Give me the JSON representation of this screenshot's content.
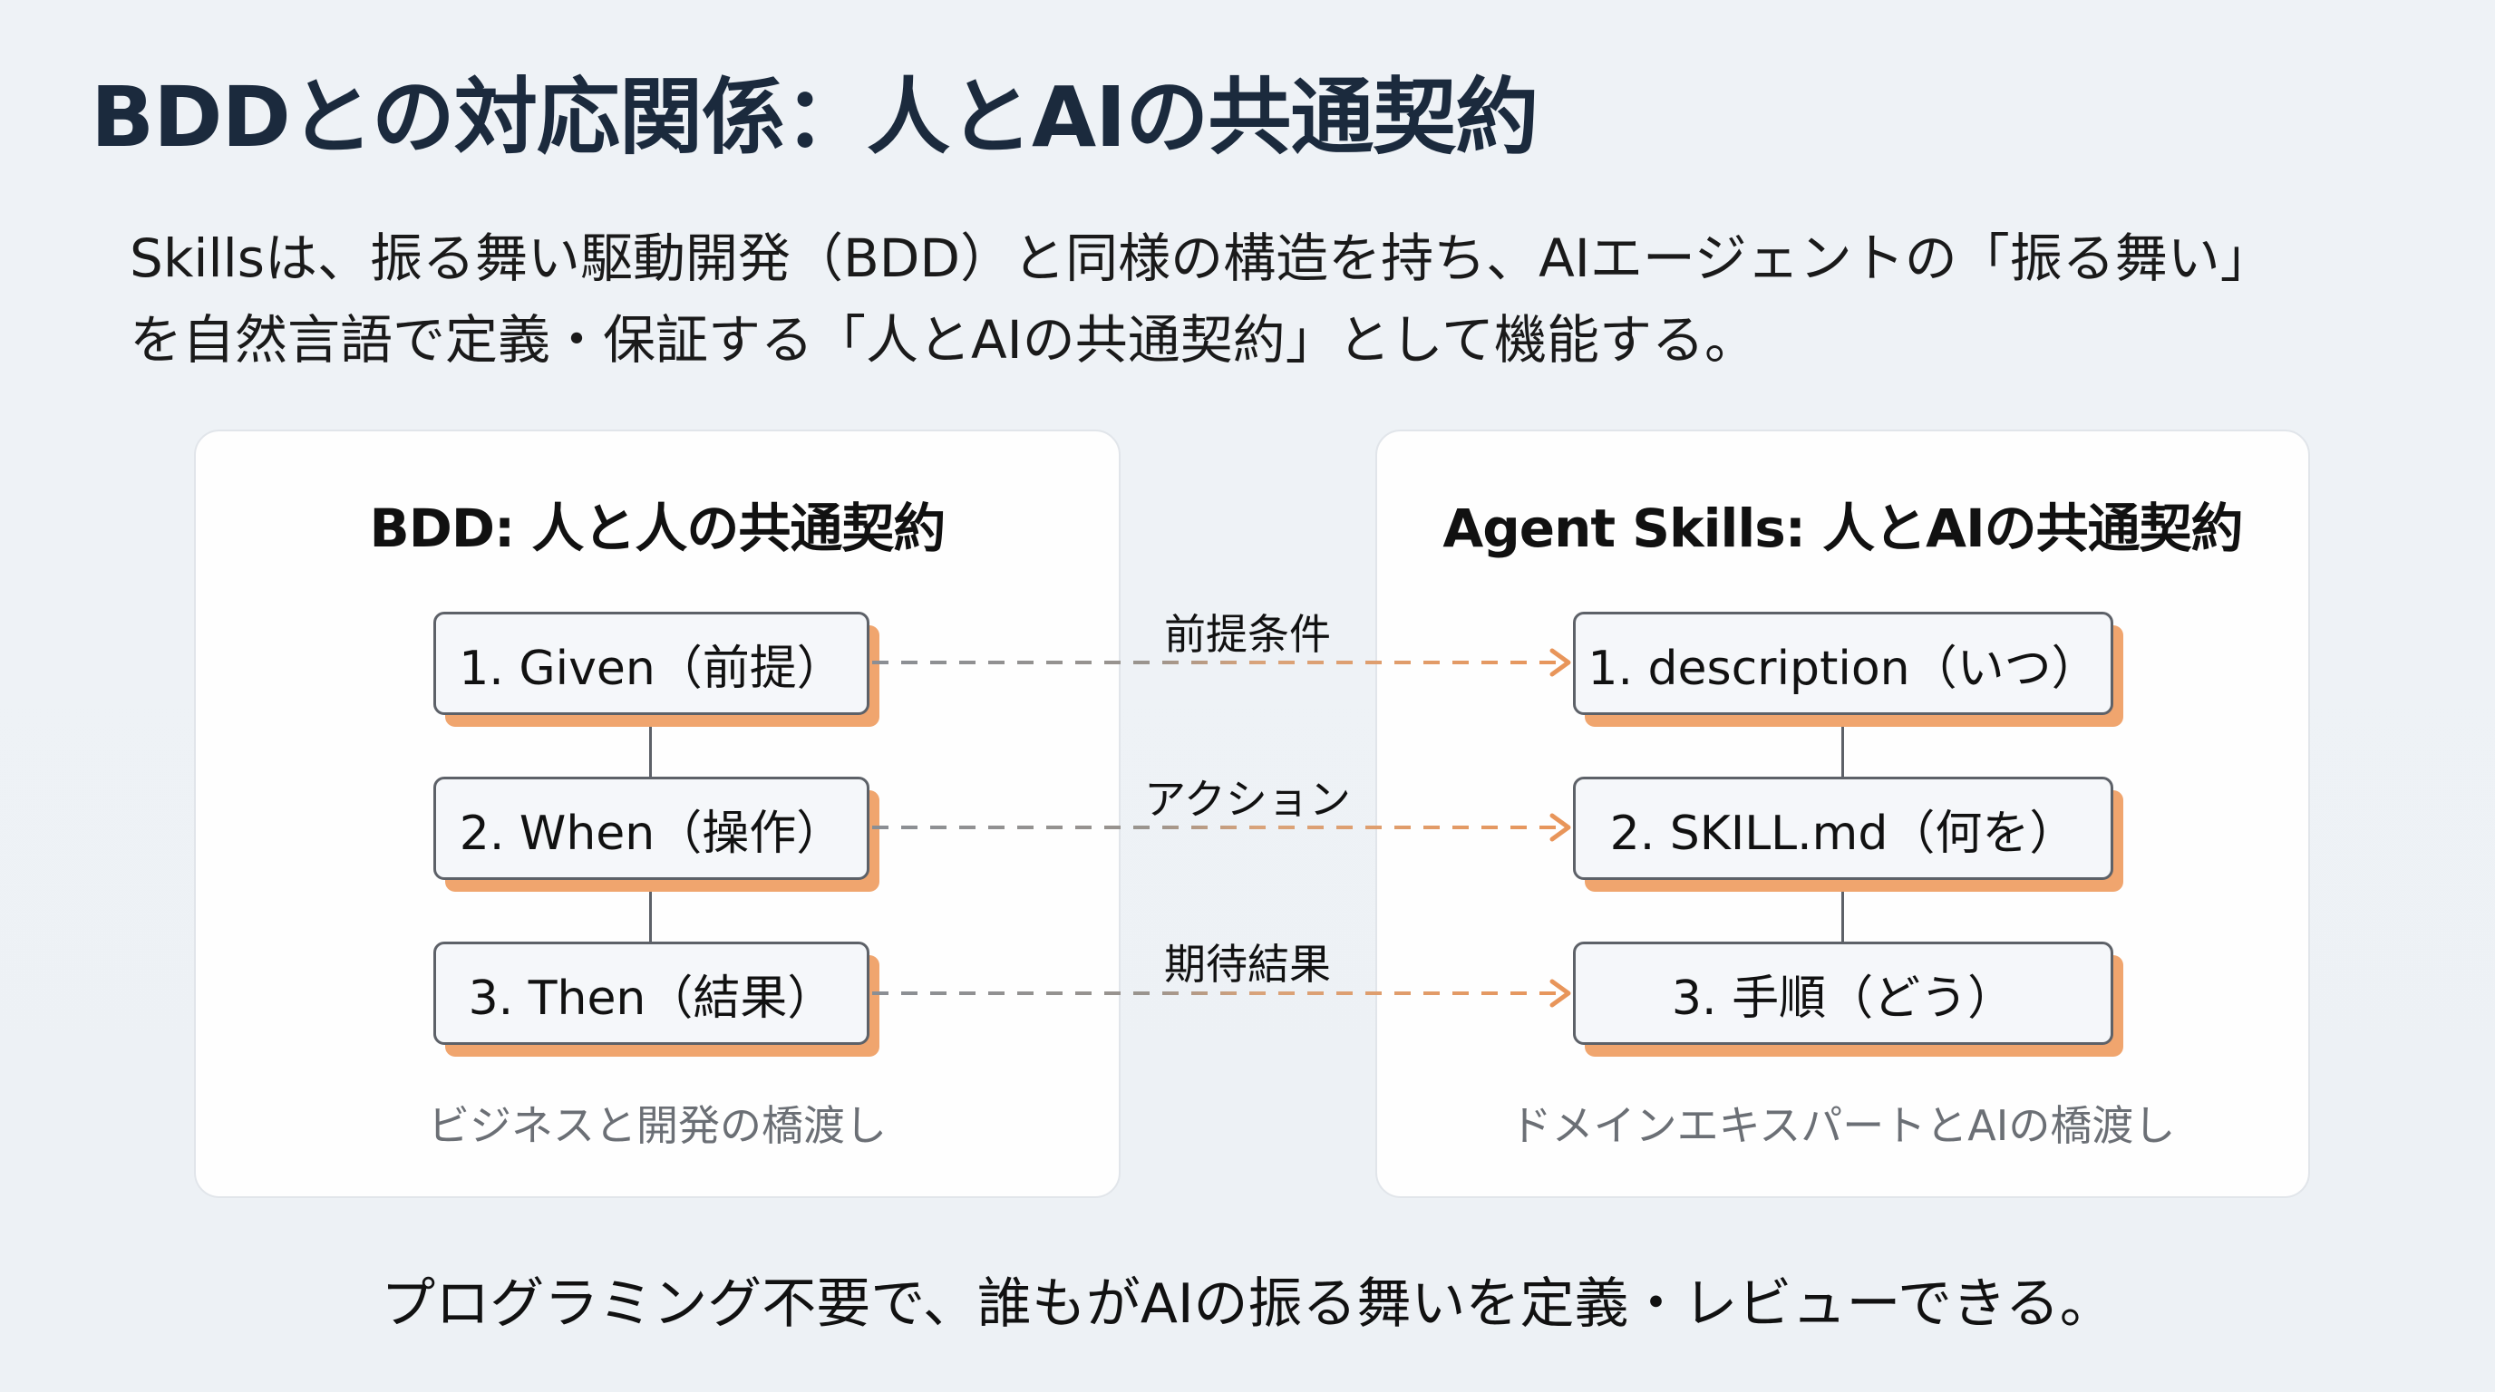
{
  "title": "BDDとの対応関係：人とAIの共通契約",
  "intro": {
    "line1": "Skillsは、振る舞い駆動開発（BDD）と同様の構造を持ち、AIエージェントの「振る舞い」",
    "line2": "を自然言語で定義・保証する「人とAIの共通契約」として機能する。"
  },
  "left_panel": {
    "title": "BDD: 人と人の共通契約",
    "steps": [
      {
        "label": "1. Given（前提）"
      },
      {
        "label": "2. When（操作）"
      },
      {
        "label": "3. Then（結果）"
      }
    ],
    "caption": "ビジネスと開発の橋渡し"
  },
  "right_panel": {
    "title": "Agent Skills: 人とAIの共通契約",
    "steps": [
      {
        "label": "1. description（いつ）"
      },
      {
        "label": "2. SKILL.md（何を）"
      },
      {
        "label": "3. 手順（どう）"
      }
    ],
    "caption": "ドメインエキスパートとAIの橋渡し"
  },
  "mappings": [
    {
      "label": "前提条件"
    },
    {
      "label": "アクション"
    },
    {
      "label": "期待結果"
    }
  ],
  "footer": "プログラミング不要で、誰もがAIの振る舞いを定義・レビューできる。",
  "colors": {
    "title": "#1b2a3d",
    "accent_orange": "#f0a56e",
    "arrow_orange": "#e8955a",
    "arrow_gray": "#8a8e94",
    "box_border": "#5d6168",
    "caption_gray": "#6b6f75",
    "background": "#eef2f6"
  }
}
